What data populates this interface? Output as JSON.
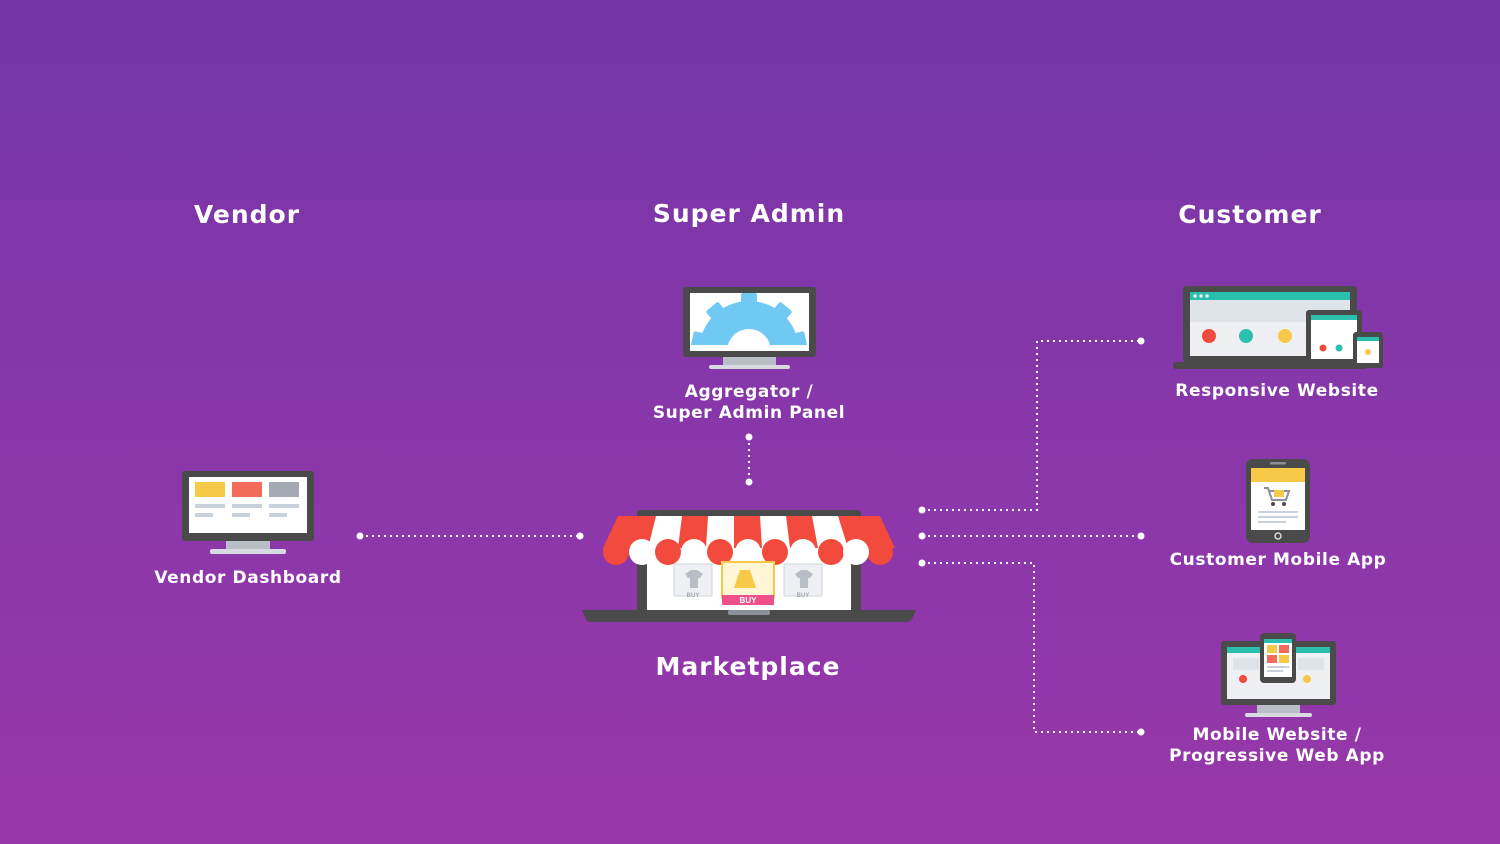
{
  "headings": {
    "vendor": "Vendor",
    "super_admin": "Super Admin",
    "customer": "Customer"
  },
  "nodes": {
    "vendor_dashboard": "Vendor Dashboard",
    "aggregator_line1": "Aggregator /",
    "aggregator_line2": "Super Admin Panel",
    "marketplace": "Marketplace",
    "responsive_website": "Responsive Website",
    "customer_mobile_app": "Customer Mobile App",
    "mobile_website_line1": "Mobile Website /",
    "mobile_website_line2": "Progressive Web App"
  },
  "store": {
    "buy_left": "BUY",
    "buy_center": "BUY",
    "buy_right": "BUY"
  },
  "colors": {
    "background_top": "#7436a7",
    "background_bottom": "#9737a8",
    "awning_red": "#f24a3d",
    "awning_white": "#ffffff",
    "device_dark": "#4a4a4a",
    "accent_teal": "#2bbfae",
    "accent_yellow": "#f7c948",
    "gear_blue": "#6fc9f2",
    "buy_pink": "#f0508a"
  },
  "icons": {
    "vendor": "monitor-dashboard-icon",
    "super_admin": "monitor-gear-icon",
    "marketplace": "laptop-store-icon",
    "responsive_website": "multi-device-icon",
    "customer_mobile_app": "phone-cart-icon",
    "mobile_website": "monitor-phone-icon"
  }
}
